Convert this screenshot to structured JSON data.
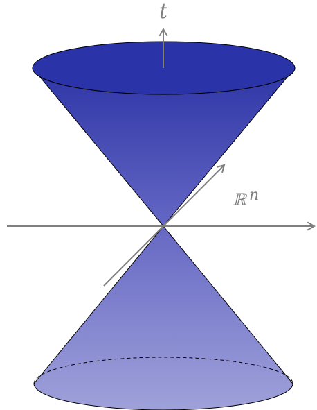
{
  "diagram": {
    "time_axis_label": "t",
    "space_axis_label": "ℝ",
    "space_axis_exponent": "n",
    "colors": {
      "cone_dark": "#2e35a6",
      "cone_light": "#9b9dd8",
      "top_ellipse": "#2b33a8",
      "bottom_ellipse": "#9d9fd8",
      "axis_gray": "#7f7f7f",
      "outline": "#000000"
    }
  }
}
